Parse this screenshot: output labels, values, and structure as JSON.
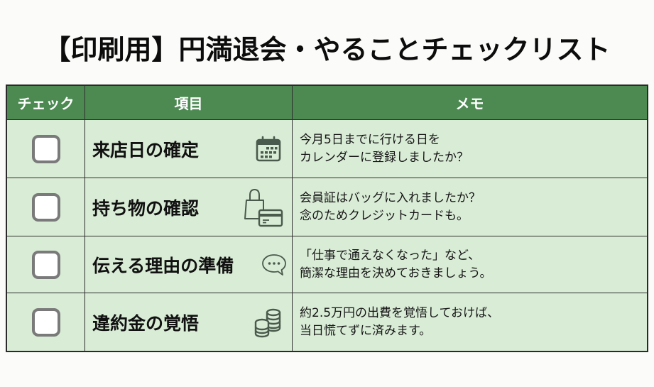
{
  "title": "【印刷用】円満退会・やることチェックリスト",
  "table": {
    "headers": {
      "check": "チェック",
      "item": "項目",
      "memo": "メモ"
    },
    "rows": [
      {
        "checked": false,
        "item": "来店日の確定",
        "icon": "calendar-icon",
        "memo": [
          "今月5日までに行ける日を",
          "カレンダーに登録しましたか？"
        ]
      },
      {
        "checked": false,
        "item": "持ち物の確認",
        "icon": "bag-and-card-icon",
        "memo": [
          "会員証はバッグに入れましたか？",
          "念のためクレジットカードも。"
        ]
      },
      {
        "checked": false,
        "item": "伝える理由の準備",
        "icon": "speech-bubble-icon",
        "memo": [
          "「仕事で通えなくなった」など、",
          "簡潔な理由を決めておきましょう。"
        ]
      },
      {
        "checked": false,
        "item": "違約金の覚悟",
        "icon": "coins-icon",
        "memo": [
          "約2.5万円の出費を覚悟しておけば、",
          "当日慌てずに済みます。"
        ]
      }
    ]
  },
  "colors": {
    "header_bg": "#4c8a52",
    "row_bg": "#d9ecd6",
    "icon": "#4a5a4c",
    "checkbox_border": "#7a7a7a"
  }
}
